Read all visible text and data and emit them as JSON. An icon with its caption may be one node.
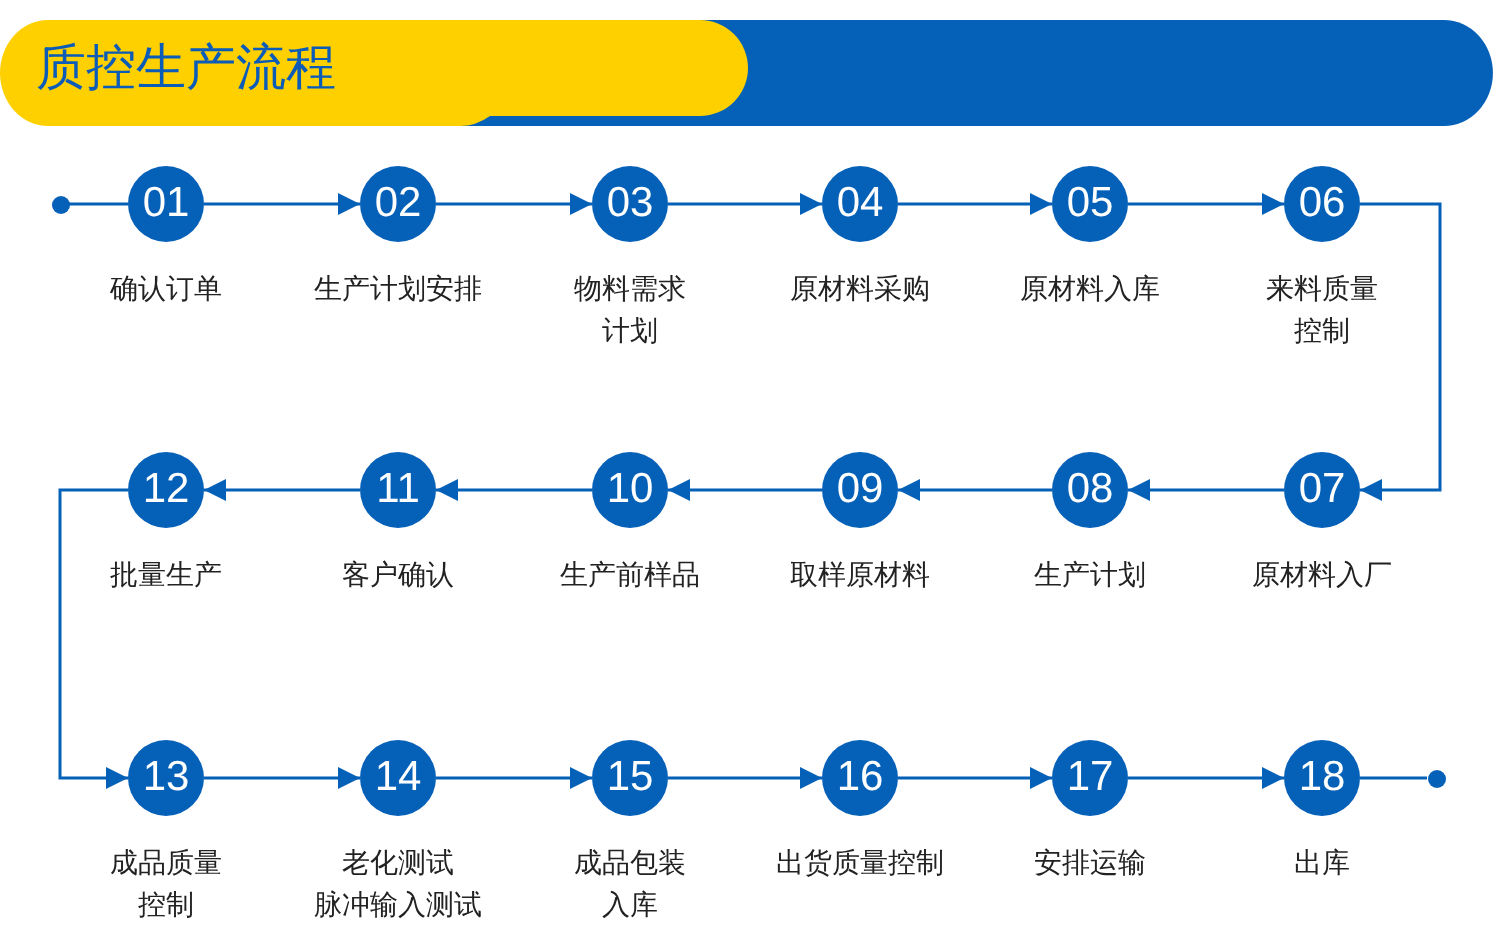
{
  "diagram": {
    "title": "质控生产流程",
    "nodes": [
      {
        "text": [],
        "shape": "circle"
      },
      {
        "text": [
          "01",
          "确认订单"
        ]
      },
      {
        "text": [
          "02",
          "生产计划安排"
        ]
      },
      {
        "text": [
          "03",
          "物料需求计划"
        ]
      },
      {
        "text": [
          "04",
          "原材料采购"
        ]
      },
      {
        "text": [
          "05",
          "原材料入库"
        ]
      },
      {
        "text": [
          "06",
          "来料质量控制"
        ]
      },
      {
        "text": [
          "07",
          "原材料入厂"
        ]
      },
      {
        "text": [
          "08",
          "生产计划"
        ]
      },
      {
        "text": [
          "09",
          "取样原材料"
        ]
      },
      {
        "text": [
          "10",
          "生产前样品"
        ]
      },
      {
        "text": [
          "11",
          "客户确认"
        ]
      },
      {
        "text": [
          "12",
          "批量生产"
        ]
      },
      {
        "text": [
          "13",
          "成品质量控制"
        ]
      },
      {
        "text": [
          "14",
          "老化测试",
          "脉冲输入测试"
        ]
      },
      {
        "text": [
          "15",
          "成品包装入库"
        ]
      },
      {
        "text": [
          "16",
          "出货质量控制"
        ]
      },
      {
        "text": [
          "17",
          "安排运输"
        ]
      },
      {
        "text": [
          "18",
          "出库"
        ]
      },
      {
        "text": [],
        "shape": "circle"
      }
    ],
    "edges": [
      {
        "from": 0,
        "to": 1,
        "arrow": "none"
      },
      {
        "from": 1,
        "to": 2,
        "arrow": "to"
      },
      {
        "from": 2,
        "to": 3,
        "arrow": "to"
      },
      {
        "from": 3,
        "to": 4,
        "arrow": "to"
      },
      {
        "from": 4,
        "to": 5,
        "arrow": "to"
      },
      {
        "from": 5,
        "to": 6,
        "arrow": "to"
      },
      {
        "from": 6,
        "to": 7,
        "arrow": "to"
      },
      {
        "from": 7,
        "to": 8,
        "arrow": "to"
      },
      {
        "from": 8,
        "to": 9,
        "arrow": "to"
      },
      {
        "from": 9,
        "to": 10,
        "arrow": "to"
      },
      {
        "from": 10,
        "to": 11,
        "arrow": "to"
      },
      {
        "from": 11,
        "to": 12,
        "arrow": "to"
      },
      {
        "from": 12,
        "to": 13,
        "arrow": "to"
      },
      {
        "from": 13,
        "to": 14,
        "arrow": "to"
      },
      {
        "from": 14,
        "to": 15,
        "arrow": "to"
      },
      {
        "from": 15,
        "to": 16,
        "arrow": "to"
      },
      {
        "from": 16,
        "to": 17,
        "arrow": "to"
      },
      {
        "from": 17,
        "to": 18,
        "arrow": "to"
      },
      {
        "from": 18,
        "to": 19,
        "arrow": "none"
      }
    ]
  }
}
